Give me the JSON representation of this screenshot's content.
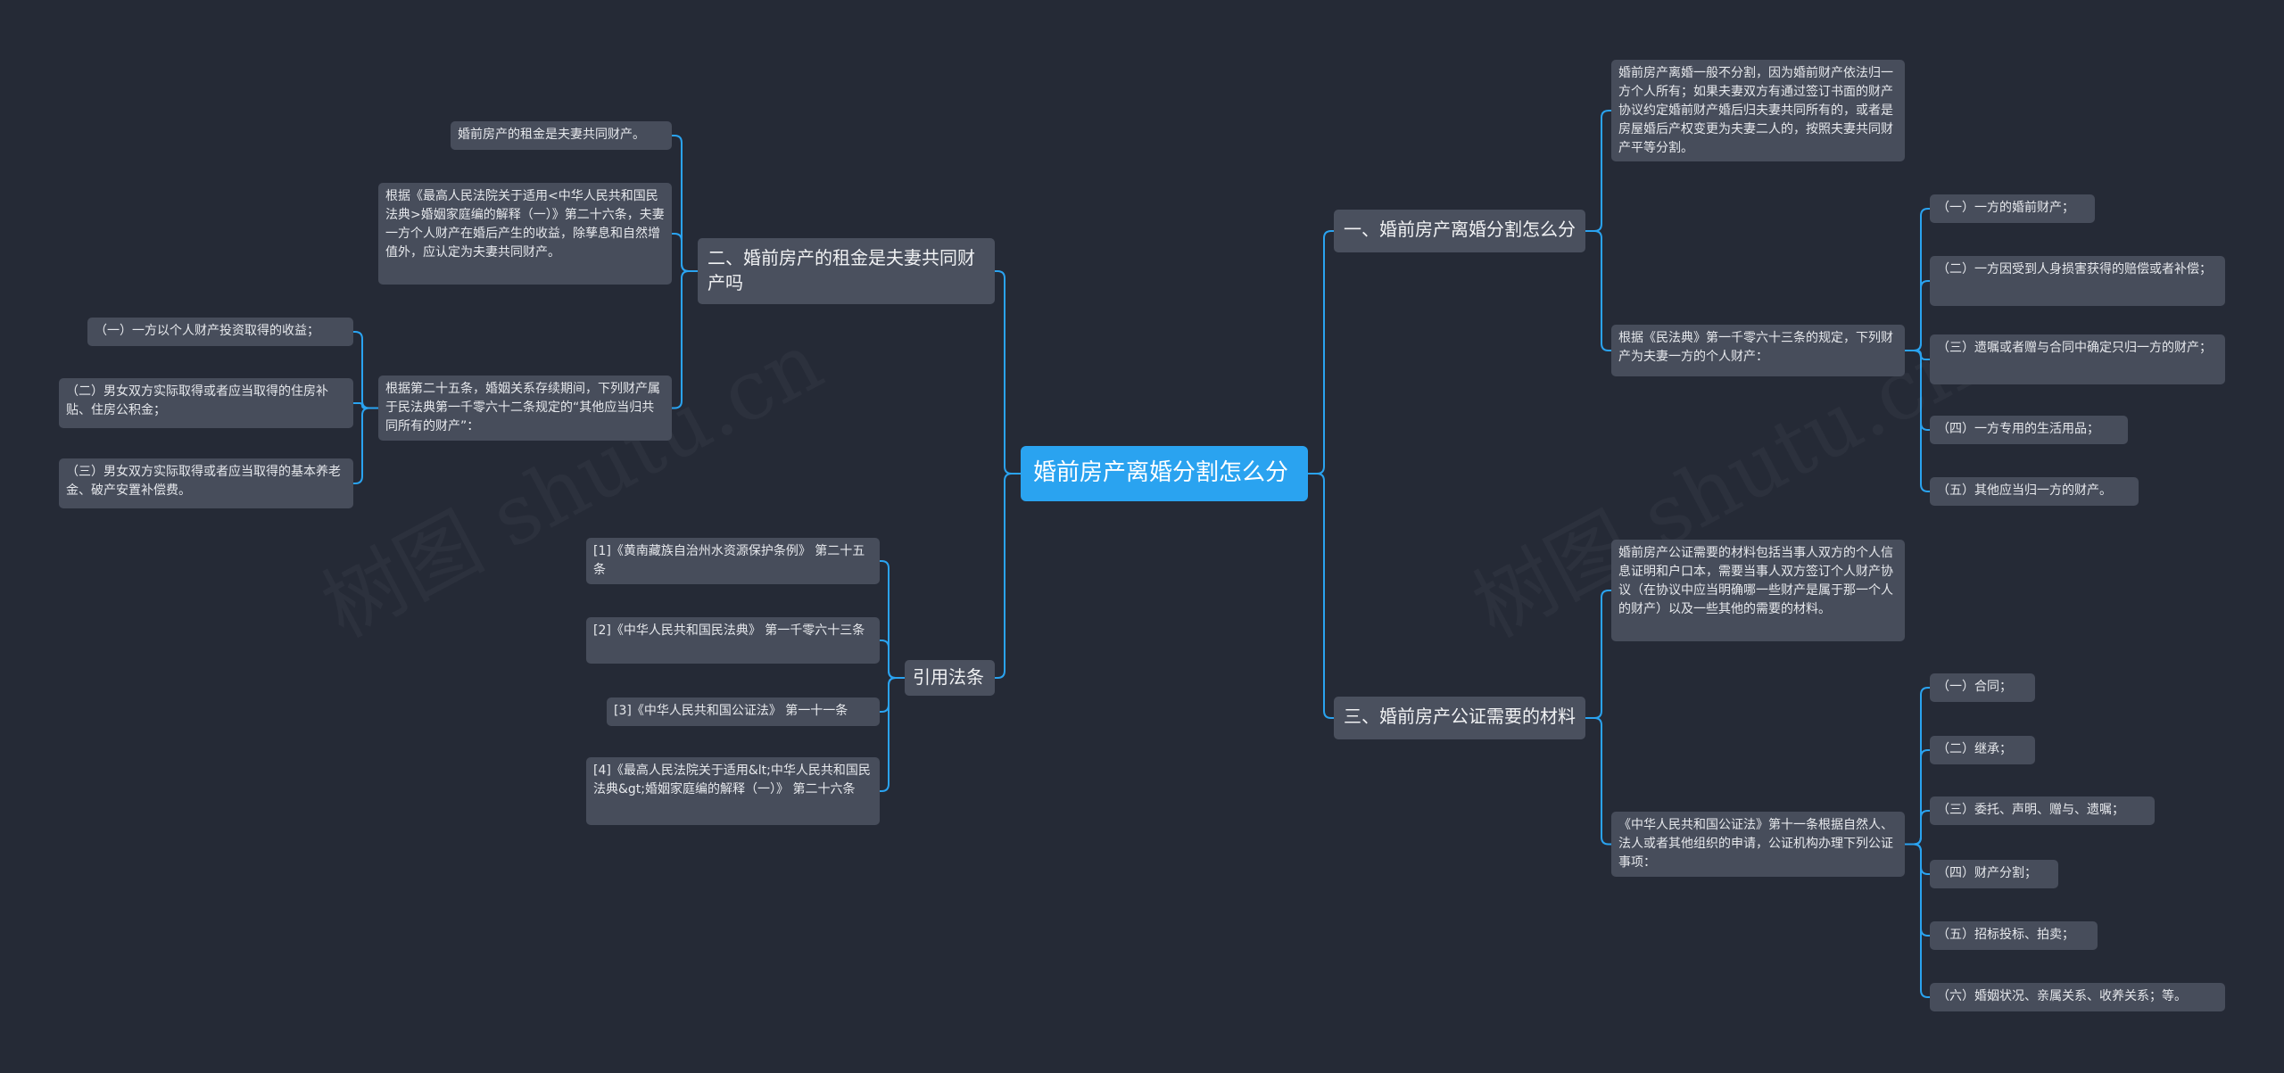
{
  "root": "婚前房产离婚分割怎么分",
  "b1": {
    "title": "一、婚前房产离婚分割怎么分",
    "p1": "婚前房产离婚一般不分割，因为婚前财产依法归一方个人所有；如果夫妻双方有通过签订书面的财产协议约定婚前财产婚后归夫妻共同所有的，或者是房屋婚后产权变更为夫妻二人的，按照夫妻共同财产平等分割。",
    "p2": "根据《民法典》第一千零六十三条的规定，下列财产为夫妻一方的个人财产：",
    "items": [
      "（一）一方的婚前财产；",
      "（二）一方因受到人身损害获得的赔偿或者补偿；",
      "（三）遗嘱或者赠与合同中确定只归一方的财产；",
      "（四）一方专用的生活用品；",
      "（五）其他应当归一方的财产。"
    ]
  },
  "b3": {
    "title": "三、婚前房产公证需要的材料",
    "p1": "婚前房产公证需要的材料包括当事人双方的个人信息证明和户口本，需要当事人双方签订个人财产协议（在协议中应当明确哪一些财产是属于那一个人的财产）以及一些其他的需要的材料。",
    "p2": "《中华人民共和国公证法》第十一条根据自然人、法人或者其他组织的申请，公证机构办理下列公证事项：",
    "items": [
      "（一）合同；",
      "（二）继承；",
      "（三）委托、声明、赠与、遗嘱；",
      "（四）财产分割；",
      "（五）招标投标、拍卖；",
      "（六）婚姻状况、亲属关系、收养关系；等。"
    ]
  },
  "b2": {
    "title": "二、婚前房产的租金是夫妻共同财产吗",
    "p1": "婚前房产的租金是夫妻共同财产。",
    "p2": "根据《最高人民法院关于适用<中华人民共和国民法典>婚姻家庭编的解释（一）》第二十六条，夫妻一方个人财产在婚后产生的收益，除孳息和自然增值外，应认定为夫妻共同财产。",
    "p3": "根据第二十五条，婚姻关系存续期间，下列财产属于民法典第一千零六十二条规定的“其他应当归共同所有的财产”：",
    "items": [
      "（一）一方以个人财产投资取得的收益；",
      "（二）男女双方实际取得或者应当取得的住房补贴、住房公积金；",
      "（三）男女双方实际取得或者应当取得的基本养老金、破产安置补偿费。"
    ]
  },
  "b4": {
    "title": "引用法条",
    "items": [
      "[1]《黄南藏族自治州水资源保护条例》 第二十五条",
      "[2]《中华人民共和国民法典》 第一千零六十三条",
      "[3]《中华人民共和国公证法》 第一十一条",
      "[4]《最高人民法院关于适用&lt;中华人民共和国民法典&gt;婚姻家庭编的解释（一）》 第二十六条"
    ]
  },
  "watermark": "树图 shutu.cn",
  "colors": {
    "background": "#252a36",
    "root": "#2aa3f0",
    "node": "#474d5b",
    "link": "#2aa3f0"
  }
}
